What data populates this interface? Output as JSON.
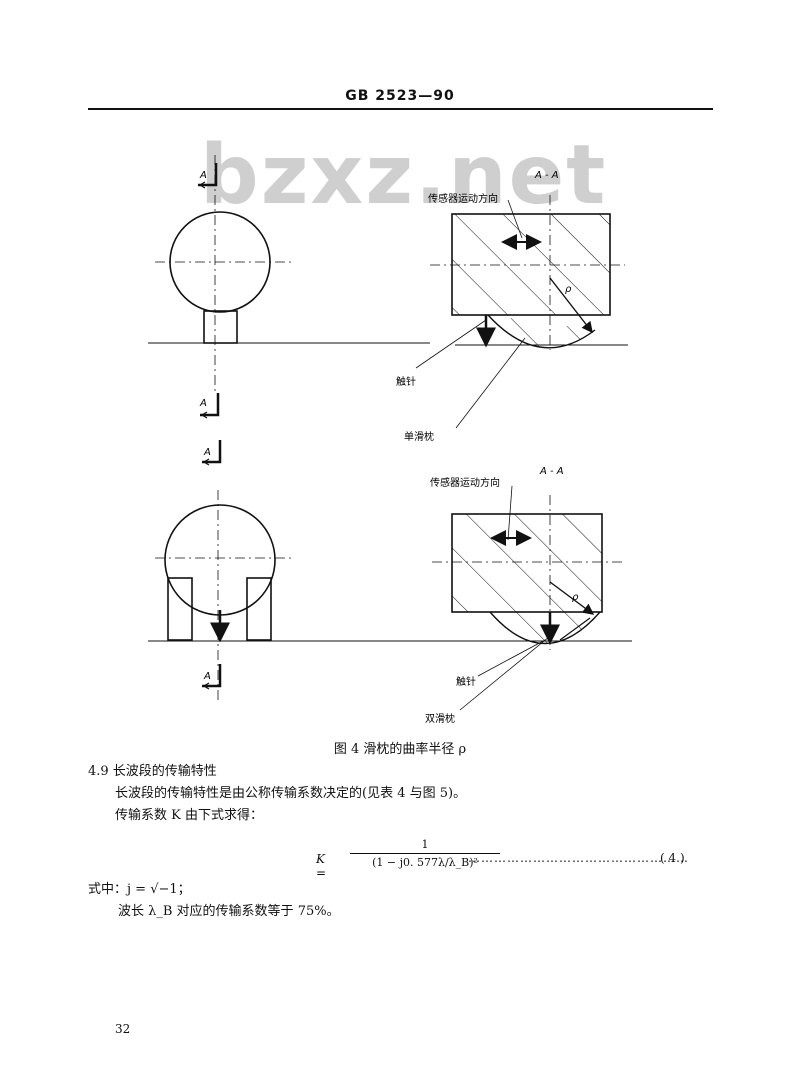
{
  "header": {
    "code": "GB 2523—90"
  },
  "watermark": "bzxz.net",
  "figure": {
    "section_mark": "A",
    "view_label_top": "A - A",
    "view_label_bottom": "A - A",
    "label_motion_dir_top": "传感器运动方向",
    "label_motion_dir_bottom": "传感器运动方向",
    "label_stylus_top": "触针",
    "label_single_skid": "单滑枕",
    "label_stylus_bottom": "触针",
    "label_double_skid": "双滑枕",
    "rho": "ρ",
    "caption": "图 4   滑枕的曲率半径 ρ"
  },
  "body": {
    "section_title": "4.9   长波段的传输特性",
    "para1": "长波段的传输特性是由公称传输系数决定的(见表 4 与图 5)。",
    "para2": "传输系数 K 由下式求得：",
    "formula_lhs": "K =",
    "formula_num": "1",
    "formula_den": "(1 − j0. 577λ/λ_B)²",
    "formula_dots": "……………………………………………",
    "formula_number": "( 4 )",
    "where_line": "式中：j = √−1；",
    "para3": "波长 λ_B 对应的传输系数等于 75%。"
  },
  "footer": {
    "page_number": "32"
  }
}
